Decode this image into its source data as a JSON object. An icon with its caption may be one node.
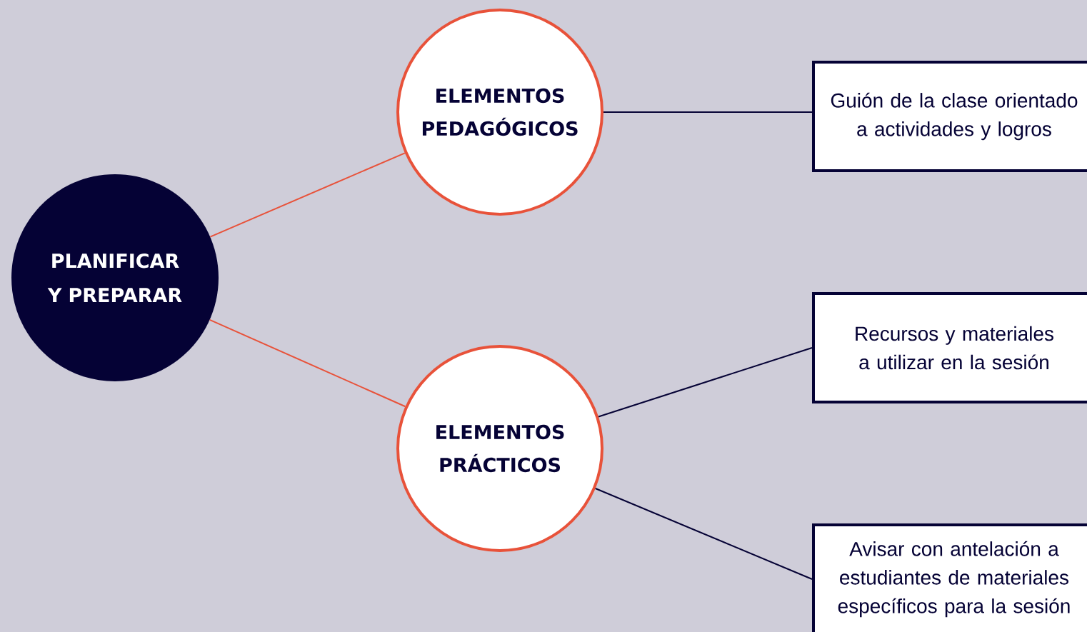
{
  "diagram": {
    "nodes": [
      {
        "text": [
          "PLANIFICAR Y PREPARAR"
        ]
      },
      {
        "text": [
          "ELEMENTOS PEDAGÓGICOS"
        ]
      },
      {
        "text": [
          "ELEMENTOS PRÁCTICOS"
        ]
      },
      {
        "text": [
          "Guión de la clase orientado a actividades y logros"
        ]
      },
      {
        "text": [
          "Recursos y materiales a utilizar en la sesión"
        ]
      },
      {
        "text": [
          "Avisar con antelación a estudiantes de materiales específicos para la sesión"
        ]
      }
    ],
    "edges": [
      {
        "from": 0,
        "to": 1,
        "arrow": "none",
        "color": "#e8523a"
      },
      {
        "from": 0,
        "to": 2,
        "arrow": "none",
        "color": "#e8523a"
      },
      {
        "from": 1,
        "to": 3,
        "arrow": "none"
      },
      {
        "from": 2,
        "to": 4,
        "arrow": "none"
      },
      {
        "from": 2,
        "to": 5,
        "arrow": "none"
      }
    ]
  }
}
